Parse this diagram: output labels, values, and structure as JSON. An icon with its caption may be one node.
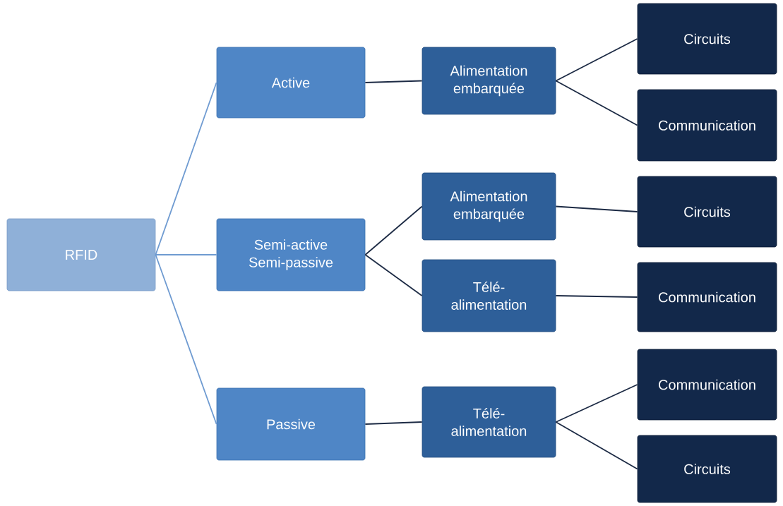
{
  "diagram": {
    "nodes": [
      {
        "text": [
          "RFID"
        ]
      },
      {
        "text": [
          "Active"
        ]
      },
      {
        "text": [
          "Semi-active Semi-passive"
        ]
      },
      {
        "text": [
          "Passive"
        ]
      },
      {
        "text": [
          "Alimentation embarquée"
        ]
      },
      {
        "text": [
          "Alimentation embarquée"
        ]
      },
      {
        "text": [
          "Télé-alimentation"
        ]
      },
      {
        "text": [
          "Télé-alimentation"
        ]
      },
      {
        "text": [
          "Circuits"
        ]
      },
      {
        "text": [
          "Communication"
        ]
      },
      {
        "text": [
          "Circuits"
        ]
      },
      {
        "text": [
          "Communication"
        ]
      },
      {
        "text": [
          "Communication"
        ]
      },
      {
        "text": [
          "Circuits"
        ]
      }
    ],
    "edges": [
      {
        "from": 0,
        "to": 1,
        "arrow": "none",
        "color": "#6f9bd1"
      },
      {
        "from": 0,
        "to": 2,
        "arrow": "none",
        "color": "#6f9bd1"
      },
      {
        "from": 0,
        "to": 3,
        "arrow": "none",
        "color": "#6f9bd1"
      },
      {
        "from": 1,
        "to": 4,
        "arrow": "none"
      },
      {
        "from": 4,
        "to": 8,
        "arrow": "none"
      },
      {
        "from": 4,
        "to": 9,
        "arrow": "none"
      },
      {
        "from": 2,
        "to": 5,
        "arrow": "none"
      },
      {
        "from": 2,
        "to": 6,
        "arrow": "none"
      },
      {
        "from": 5,
        "to": 10,
        "arrow": "none"
      },
      {
        "from": 6,
        "to": 11,
        "arrow": "none"
      },
      {
        "from": 3,
        "to": 7,
        "arrow": "none"
      },
      {
        "from": 7,
        "to": 12,
        "arrow": "none"
      },
      {
        "from": 7,
        "to": 13,
        "arrow": "none"
      }
    ]
  }
}
